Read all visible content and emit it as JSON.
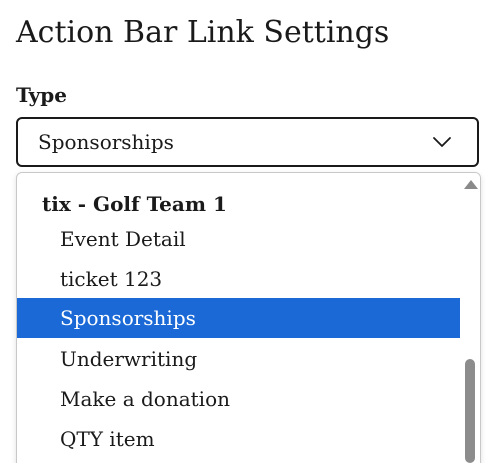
{
  "page": {
    "title": "Action Bar Link Settings"
  },
  "type_field": {
    "label": "Type",
    "selected_value": "Sponsorships"
  },
  "dropdown": {
    "group_label": "tix - Golf Team 1",
    "options": [
      {
        "label": "Event Detail",
        "selected": false
      },
      {
        "label": "ticket 123",
        "selected": false
      },
      {
        "label": "Sponsorships",
        "selected": true
      },
      {
        "label": "Underwriting",
        "selected": false
      },
      {
        "label": "Make a donation",
        "selected": false
      },
      {
        "label": "QTY item",
        "selected": false
      }
    ]
  },
  "colors": {
    "text": "#1a1a1a",
    "selected_background": "#1a69d6",
    "selected_text": "#ffffff",
    "scrollbar_thumb": "#8c8c8c"
  },
  "icons": {
    "select_arrow": "chevron-down-icon",
    "scroll_up": "triangle-up-icon"
  }
}
